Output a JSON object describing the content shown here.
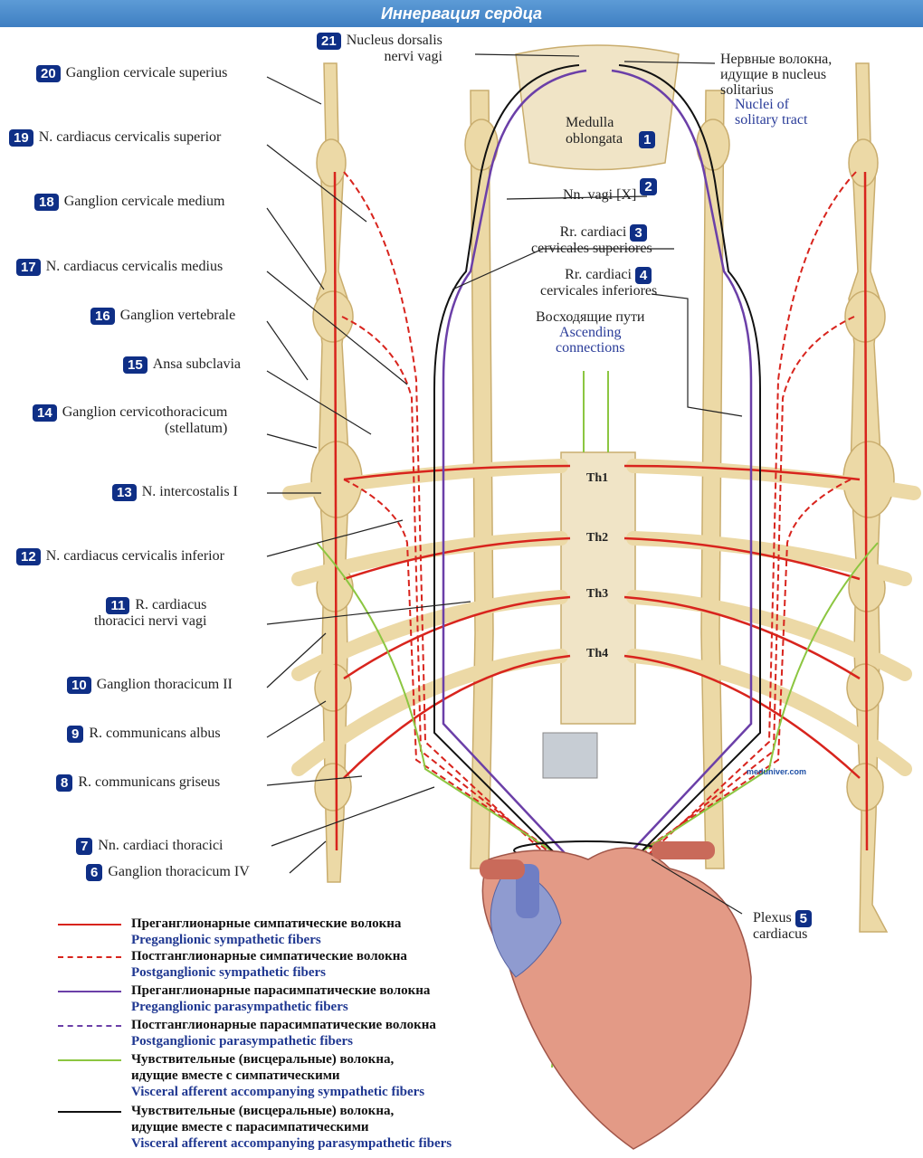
{
  "title": "Иннервация сердца",
  "labels": {
    "l21": {
      "num": "21",
      "text": "Nucleus dorsalis",
      "text2": "nervi vagi"
    },
    "l20": {
      "num": "20",
      "text": "Ganglion cervicale superius"
    },
    "l19": {
      "num": "19",
      "text": "N. cardiacus cervicalis superior"
    },
    "l18": {
      "num": "18",
      "text": "Ganglion cervicale medium"
    },
    "l17": {
      "num": "17",
      "text": "N. cardiacus cervicalis medius"
    },
    "l16": {
      "num": "16",
      "text": "Ganglion vertebrale"
    },
    "l15": {
      "num": "15",
      "text": "Ansa subclavia"
    },
    "l14": {
      "num": "14",
      "text": "Ganglion cervicothoracicum",
      "text2": "(stellatum)"
    },
    "l13": {
      "num": "13",
      "text": "N. intercostalis I"
    },
    "l12": {
      "num": "12",
      "text": "N. cardiacus cervicalis inferior"
    },
    "l11": {
      "num": "11",
      "text": "R. cardiacus",
      "text2": "thoracici nervi vagi"
    },
    "l10": {
      "num": "10",
      "text": "Ganglion thoracicum II"
    },
    "l9": {
      "num": "9",
      "text": "R. communicans albus"
    },
    "l8": {
      "num": "8",
      "text": "R. communicans griseus"
    },
    "l7": {
      "num": "7",
      "text": "Nn. cardiaci thoracici"
    },
    "l6": {
      "num": "6",
      "text": "Ganglion thoracicum IV"
    },
    "l1": {
      "num": "1",
      "text": "Medulla",
      "text2": "oblongata"
    },
    "l2": {
      "num": "2",
      "text": "Nn. vagi [X]"
    },
    "l3": {
      "num": "3",
      "text": "Rr. cardiaci",
      "text2": "cervicales superiores"
    },
    "l4": {
      "num": "4",
      "text": "Rr. cardiaci",
      "text2": "cervicales inferiores"
    },
    "l5": {
      "num": "5",
      "text": "Plexus",
      "text2": "cardiacus"
    },
    "solitary": {
      "ru1": "Нервные волокна,",
      "ru2": "идущие в nucleus",
      "ru3": "solitarius",
      "en1": "Nuclei of",
      "en2": "solitary tract"
    },
    "ascending": {
      "ru": "Восходящие пути",
      "en1": "Ascending",
      "en2": "connections"
    },
    "segments": [
      "Th1",
      "Th2",
      "Th3",
      "Th4"
    ]
  },
  "legend": [
    {
      "ru": "Преганглионарные симпатические волокна",
      "en": "Preganglionic sympathetic fibers",
      "color": "#d8241d",
      "style": "solid"
    },
    {
      "ru": "Постганглионарные симпатические волокна",
      "en": "Postganglionic sympathetic fibers",
      "color": "#d8241d",
      "style": "dashed"
    },
    {
      "ru": "Преганглионарные парасимпатические волокна",
      "en": "Preganglionic parasympathetic fibers",
      "color": "#6b3fa8",
      "style": "solid"
    },
    {
      "ru": "Постганглионарные парасимпатические волокна",
      "en": "Postganglionic parasympathetic fibers",
      "color": "#6b3fa8",
      "style": "dashed"
    },
    {
      "ru": "Чувствительные (висцеральные) волокна,",
      "ru2": "идущие вместе с симпатическими",
      "en": "Visceral afferent accompanying sympathetic fibers",
      "color": "#8cc641",
      "style": "solid"
    },
    {
      "ru": "Чувствительные (висцеральные) волокна,",
      "ru2": "идущие вместе с парасимпатическими",
      "en": "Visceral afferent accompanying parasympathetic fibers",
      "color": "#111111",
      "style": "solid"
    }
  ],
  "watermark": "meduniver.com",
  "colors": {
    "nerve": "#ecd9a6",
    "nerve_edge": "#c9ad6e",
    "symp": "#d8241d",
    "para": "#6b3fa8",
    "afferent_s": "#8cc641",
    "afferent_p": "#111111",
    "badge": "#0f2f86"
  }
}
